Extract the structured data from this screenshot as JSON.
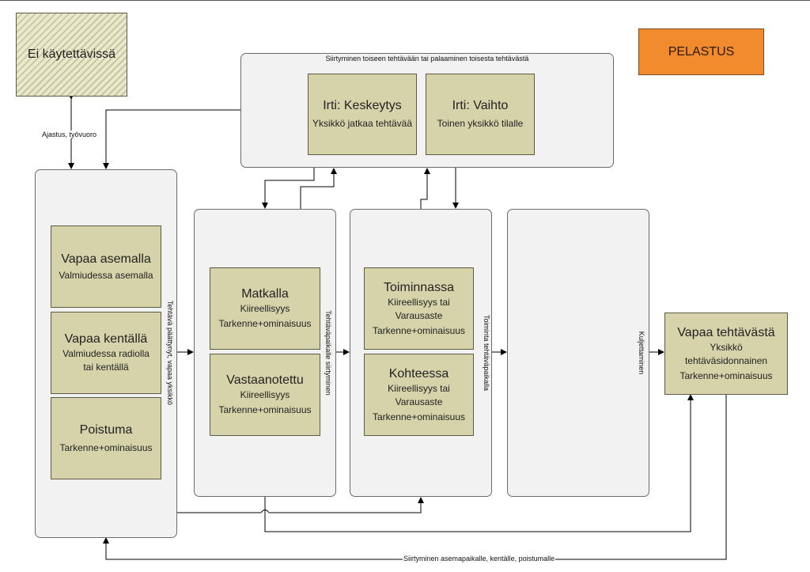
{
  "states": {
    "ei_kaytettavissa": "Ei käytettävissä",
    "pelastus": "PELASTUS",
    "vapaa_asemalla": {
      "title": "Vapaa asemalla",
      "sub": "Valmiudessa asemalla"
    },
    "vapaa_kentalla": {
      "title": "Vapaa kentällä",
      "sub1": "Valmiudessa radiolla",
      "sub2": "tai kentällä"
    },
    "poistuma": {
      "title": "Poistuma",
      "sub": "Tarkenne+ominaisuus"
    },
    "matkalla": {
      "title": "Matkalla",
      "sub1": "Kiireellisyys",
      "sub2": "Tarkenne+ominaisuus"
    },
    "vastaanotettu": {
      "title": "Vastaanotettu",
      "sub1": "Kiireellisyys",
      "sub2": "Tarkenne+ominaisuus"
    },
    "toiminnassa": {
      "title": "Toiminnassa",
      "sub1": "Kiireellisyys tai",
      "sub2": "Varausaste",
      "sub3": "Tarkenne+ominaisuus"
    },
    "kohteessa": {
      "title": "Kohteessa",
      "sub1": "Kiireellisyys tai",
      "sub2": "Varausaste",
      "sub3": "Tarkenne+ominaisuus"
    },
    "irti_keskeytys": {
      "title": "Irti: Keskeytys",
      "sub": "Yksikkö jatkaa tehtävää"
    },
    "irti_vaihto": {
      "title": "Irti: Vaihto",
      "sub": "Toinen yksikkö tilalle"
    },
    "vapaa_tehtavasta": {
      "title": "Vapaa tehtävästä",
      "sub1": "Yksikkö",
      "sub2": "tehtäväsidonnainen",
      "sub3": "Tarkenne+ominaisuus"
    }
  },
  "labels": {
    "siirtyminen_toiseen": "Siirtyminen toiseen tehtävään tai palaaminen toisesta tehtävästä",
    "ajastus": "Ajastus, työvuoro",
    "tehtava_paattynyt": "Tehtävä päättynyt, vapaa yksikkö",
    "tehtavapaikalle": "Tehtäväpaikalle siirtyminen",
    "toiminta": "Toiminta tehtäväpaikalla",
    "kuljettaminen": "Kuljettaminen",
    "siirtyminen_asemapaikalle": "Siirtyminen asemapaikalle, kentälle, poistumalle"
  },
  "colors": {
    "state_fill": "#d6d3aa",
    "panel_fill": "#f2f2f2",
    "pelastus_fill": "#f28a2e",
    "line": "#000000"
  }
}
